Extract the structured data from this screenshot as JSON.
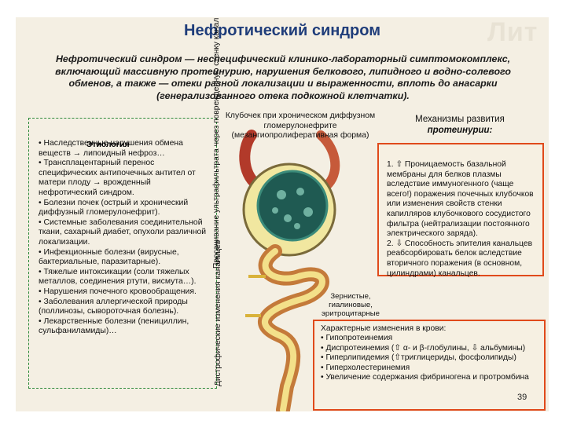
{
  "slide": {
    "ghost_text": "Лит",
    "title": "Нефротический синдром",
    "definition": "Нефротический синдром — неспецифический клинико-лабораторный симптомокомплекс, включающий массивную протеинурию, нарушения белкового, липидного и водно-солевого обменов, а также — отеки разной локализации и выраженности, вплоть до анасарки (генерализованного отека подкожной клетчатки).",
    "etiology": {
      "heading": "Этиология",
      "items": [
        "• Наследственные нарушения обмена веществ → липоидный нефроз…",
        "• Трансплацентарный перенос специфических антипочечных антител от матери плоду → врожденный нефротический синдром.",
        "• Болезни почек (острый и хронический диффузный гломерулонефрит).",
        "• Системные заболевания соединительной ткани, сахарный диабет, опухоли различной локализации.",
        "• Инфекционные болезни (вирусные, бактериальные, паразитарные).",
        "• Тяжелые интоксикации (соли тяжелых металлов, соединения ртути, висмута…).",
        "• Нарушения почечного кровообращения.",
        "• Заболевания аллергической природы (поллинозы, сывороточная болезнь).",
        "• Лекарственные болезни (пенициллин, сульфаниламиды)…"
      ]
    },
    "glomerulus_caption": "Клубочек при хроническом диффузном гломерулонефрите (мезангиопролиферативная форма)",
    "vertical_label_1": "Просачивание ультрафильтрата через поврежденную стенку канальца",
    "vertical_label_2": "Дистрофические изменения канальцев",
    "cylinders_caption": "Зернистые, гиалиновые, эритроцитарные цилиндры",
    "mechanisms": {
      "caption_line1": "Механизмы развития",
      "caption_line2": "протеинурии:",
      "p1": "1. ⇧ Проницаемость базальной мембраны для белков плазмы вследствие иммуногенного (чаще всего!) поражения почечных клубочков или изменения свойств стенки капилляров клубочкового сосудистого фильтра (нейтрализации постоянного электрического заряда).",
      "p2": "2. ⇩ Способность эпителия канальцев реабсорбировать белок вследствие вторичного поражения (в основном, цилиндрами) канальцев."
    },
    "blood": {
      "heading": "Характерные изменения в крови:",
      "items": [
        "• Гипопротеинемия",
        "• Диспротеинемия (⇧ α- и β-глобулины, ⇩ альбумины)",
        "• Гиперлипидемия (⇧триглицериды, фосфолипиды)",
        "• Гиперхолестеринемия",
        "• Увеличение содержания фибриногена и протромбина"
      ]
    },
    "page_number": "39",
    "colors": {
      "title": "#1f3d7a",
      "mechanism_border": "#e04a1b",
      "etiology_border": "#2d8a3a",
      "background": "#f4efe3"
    }
  }
}
